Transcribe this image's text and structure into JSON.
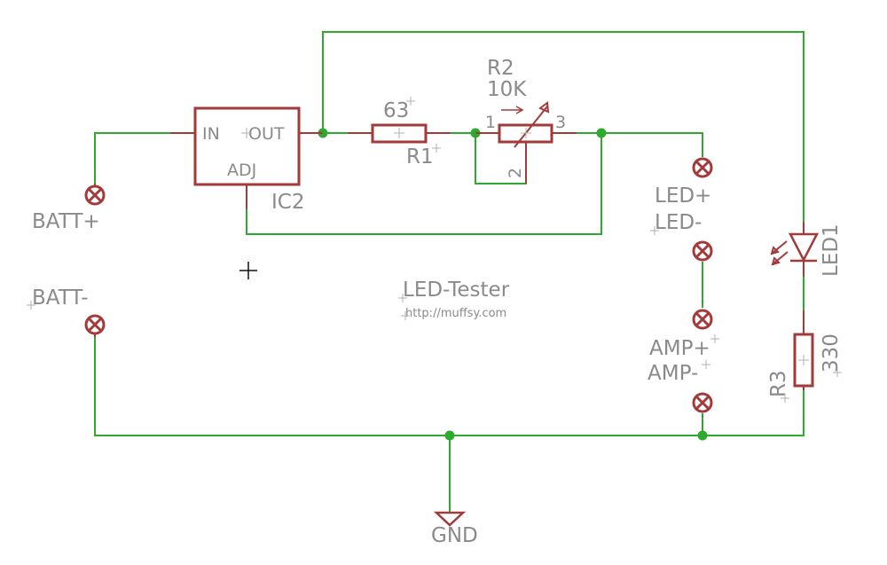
{
  "labels": {
    "ic_in": "IN",
    "ic_out": "OUT",
    "ic_adj": "ADJ",
    "ic_name": "IC2",
    "r1_value": "63",
    "r1_name": "R1",
    "r2_name": "R2",
    "r2_value": "10K",
    "r2_pin1": "1",
    "r2_pin2": "2",
    "r2_pin3": "3",
    "batt_plus": "BATT+",
    "batt_minus": "BATT-",
    "led_plus": "LED+",
    "led_minus": "LED-",
    "amp_plus": "AMP+",
    "amp_minus": "AMP-",
    "led1_name": "LED1",
    "r3_name": "R3",
    "r3_value": "330",
    "gnd": "GND",
    "title": "LED-Tester",
    "url": "http://muffsy.com"
  },
  "colors": {
    "wire": "#2eaa2e",
    "component": "#a33a3a",
    "text": "#8a8a8a",
    "background": "#ffffff"
  }
}
